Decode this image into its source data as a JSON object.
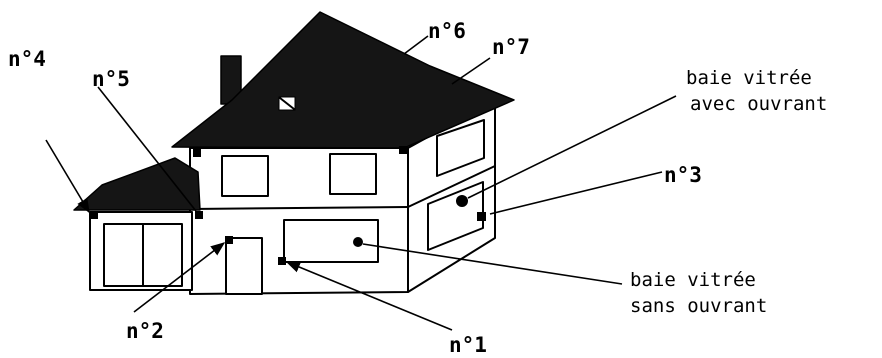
{
  "labels": {
    "n1": "n°1",
    "n2": "n°2",
    "n3": "n°3",
    "n4": "n°4",
    "n5": "n°5",
    "n6": "n°6",
    "n7": "n°7",
    "baie_avec_line1": "baie vitrée",
    "baie_avec_line2": "avec ouvrant",
    "baie_sans_line1": "baie vitrée",
    "baie_sans_line2": "sans ouvrant"
  }
}
